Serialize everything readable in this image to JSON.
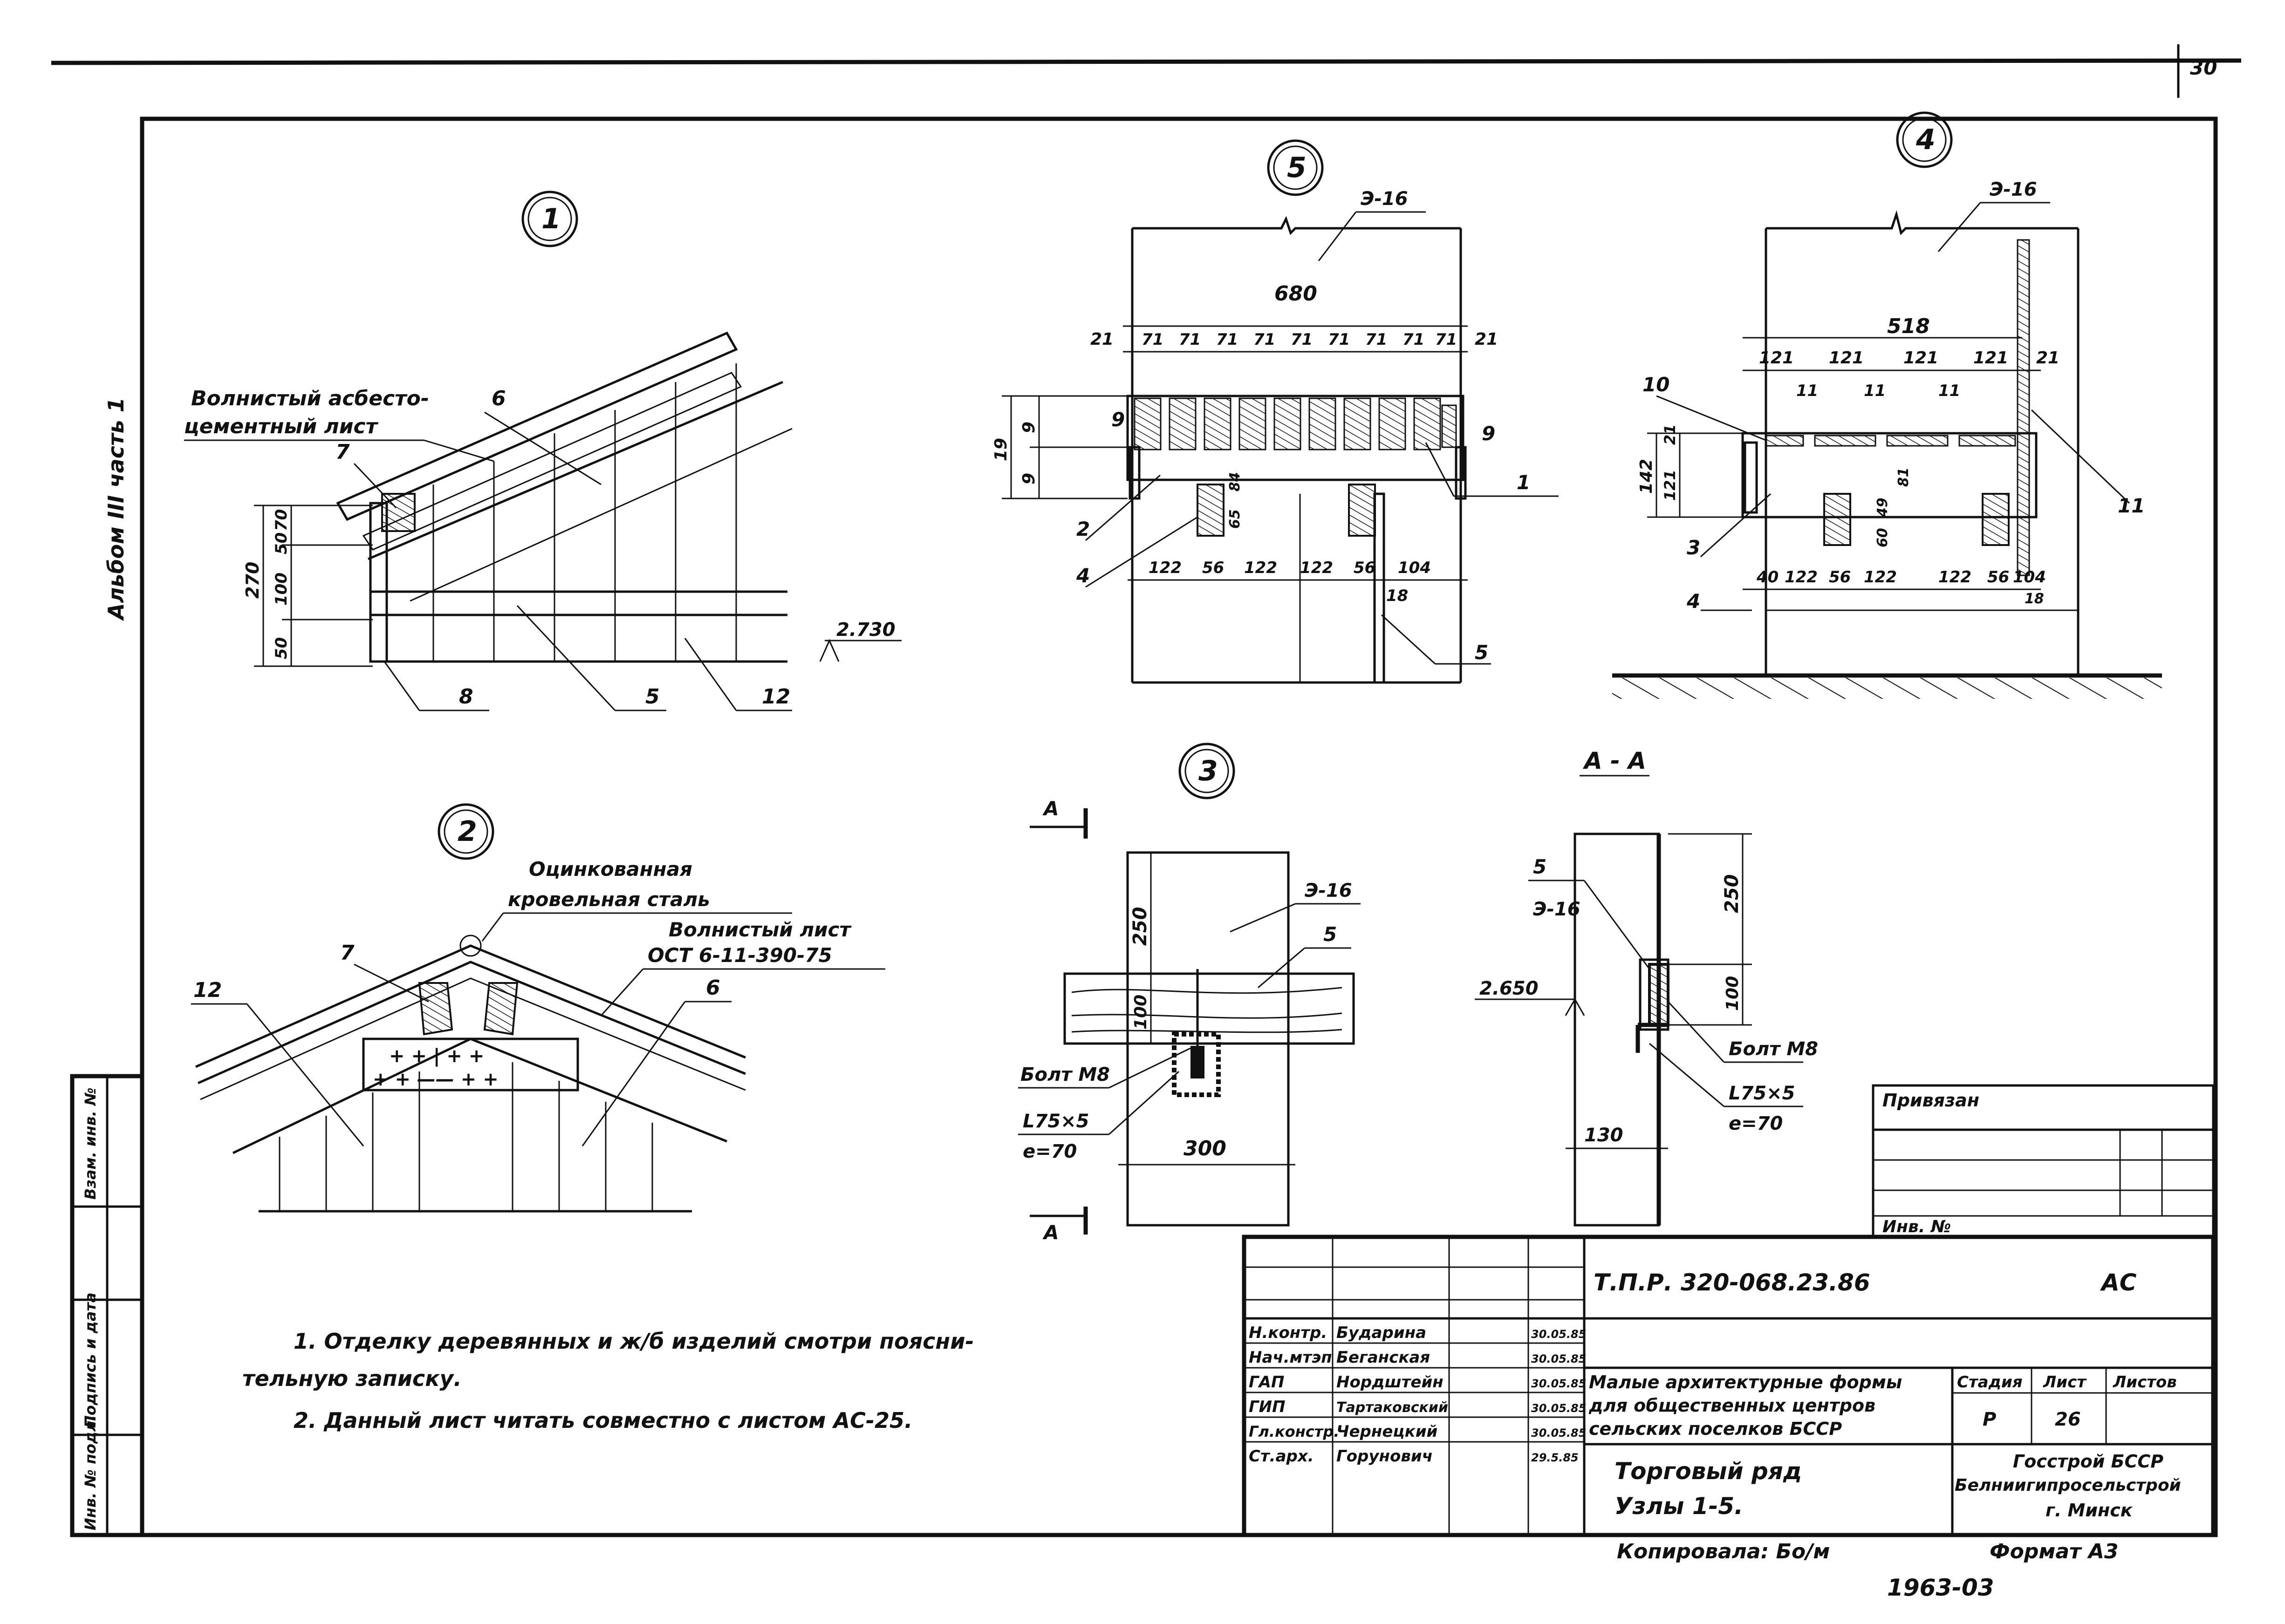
{
  "sheet": {
    "page_number": "30",
    "album_label": "Альбом III часть 1",
    "copy_note": "Копировала: Бо/м",
    "format": "Формат А3",
    "archive_number": "1963-03"
  },
  "nodes": {
    "n1": "1",
    "n2": "2",
    "n3": "3",
    "n4": "4",
    "n5": "5",
    "section_aa": "А - А",
    "section_mark": "А"
  },
  "labels": {
    "wavy_asbestos_1": "Волнистый асбесто-",
    "wavy_asbestos_2": "цементный лист",
    "zinc_1": "Оцинкованная",
    "zinc_2": "кровельная сталь",
    "wavy_sheet": "Волнистый лист",
    "ost": "ОСТ 6-11-390-75",
    "bolt_m8_a": "Болт М8",
    "bolt_m8_b": "Болт М8",
    "angle_a": "L75×5",
    "angle_b": "L75×5",
    "ecc_a": "е=70",
    "ecc_b": "е=70",
    "elev_2730": "2.730",
    "elev_2650": "2.650",
    "e16_a": "Э-16",
    "e16_b": "Э-16",
    "e16_c": "Э-16",
    "e16_d": "Э-16"
  },
  "dims": {
    "d270": "270",
    "d50a": "50",
    "d100a": "100",
    "d50b": "50",
    "d70": "70",
    "d680": "680",
    "d21": "21",
    "d71": "71",
    "d19": "19",
    "d9": "9",
    "d122": "122",
    "d56": "56",
    "d104": "104",
    "d18": "18",
    "d65": "65",
    "d84": "84",
    "d518": "518",
    "d121": "121",
    "d11": "11",
    "d142": "142",
    "d40": "40",
    "d60": "60",
    "d49": "49",
    "d81": "81",
    "d250": "250",
    "d100": "100",
    "d300": "300",
    "d130": "130"
  },
  "positions": {
    "p1": "1",
    "p2": "2",
    "p3": "3",
    "p4": "4",
    "p5": "5",
    "p6": "6",
    "p7": "7",
    "p8": "8",
    "p9": "9",
    "p10": "10",
    "p11": "11",
    "p12": "12"
  },
  "notes": {
    "note1_a": "1. Отделку деревянных и ж/б изделий смотри поясни-",
    "note1_b": "тельную записку.",
    "note2": "2. Данный лист читать совместно с листом АС-25."
  },
  "side_stamp": {
    "inv_podl": "Инв. № подл.",
    "podpis": "Подпись и дата",
    "vzam": "Взам. инв. №"
  },
  "privyazan": {
    "title": "Привязан",
    "inv": "Инв. №"
  },
  "title_block": {
    "doc_code": "Т.П.Р. 320-068.23.86",
    "mark": "АС",
    "roles": [
      {
        "role": "Н.контр.",
        "name": "Бударина",
        "date": "30.05.85"
      },
      {
        "role": "Нач.мтэп",
        "name": "Беганская",
        "date": "30.05.85"
      },
      {
        "role": "ГАП",
        "name": "Нордштейн",
        "date": "30.05.85"
      },
      {
        "role": "ГИП",
        "name": "Тартаковский",
        "date": "30.05.85"
      },
      {
        "role": "Гл.констр.",
        "name": "Чернецкий",
        "date": "30.05.85"
      },
      {
        "role": "Ст.арх.",
        "name": "Горунович",
        "date": "29.5.85"
      }
    ],
    "project_1": "Малые архитектурные формы",
    "project_2": "для общественных центров",
    "project_3": "сельских поселков БССР",
    "sheet_title_1": "Торговый ряд",
    "sheet_title_2": "Узлы 1-5.",
    "stage_h": "Стадия",
    "sheet_h": "Лист",
    "sheets_h": "Листов",
    "stage": "Р",
    "sheet": "26",
    "sheets": "",
    "org_1": "Госстрой БССР",
    "org_2": "Белниигипросельстрой",
    "org_3": "г. Минск"
  }
}
